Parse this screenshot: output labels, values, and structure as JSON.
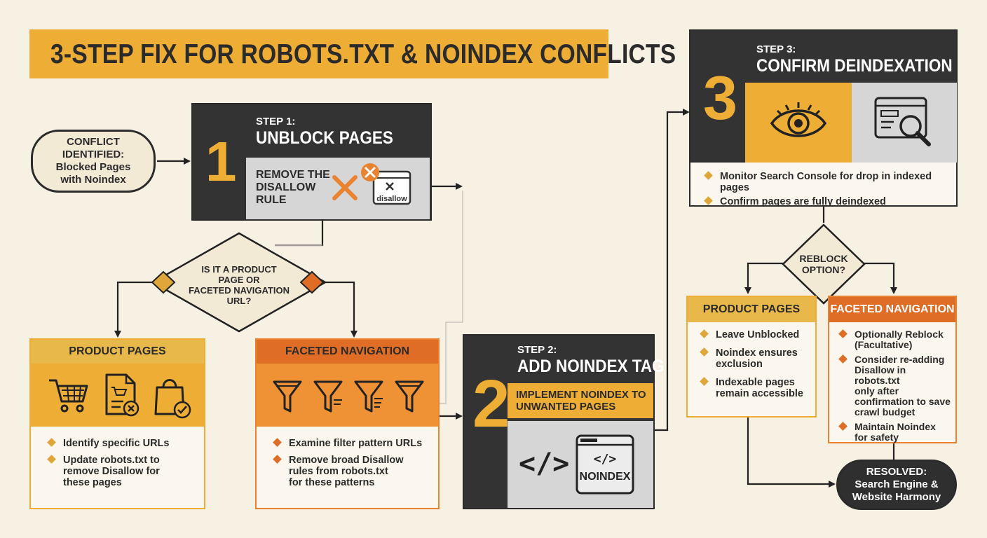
{
  "title": "3-STEP FIX FOR ROBOTS.TXT & NOINDEX CONFLICTS",
  "colors": {
    "accent_yellow": "#eeae36",
    "accent_orange": "#e98330",
    "dark": "#333333",
    "background": "#f7f1e4",
    "panel_gray": "#d6d6d6"
  },
  "start_node": {
    "text": "CONFLICT\nIDENTIFIED:\nBlocked Pages\nwith Noindex"
  },
  "step1": {
    "number": "1",
    "label": "STEP 1:",
    "title": "UNBLOCK PAGES",
    "action": "REMOVE THE\nDISALLOW\nRULE",
    "icon_caption": "disallow",
    "icons": [
      "x-mark-icon",
      "browser-disallow-icon",
      "close-badge-icon"
    ]
  },
  "decision1": {
    "text": "IS IT A PRODUCT\nPAGE OR\nFACETED NAVIGATION\nURL?"
  },
  "product_pages_left": {
    "header": "PRODUCT PAGES",
    "icons": [
      "shopping-cart-icon",
      "document-cart-icon",
      "shopping-bag-check-icon"
    ],
    "bullets": [
      "Identify specific URLs",
      "Update robots.txt to\nremove Disallow for\nthese pages"
    ]
  },
  "faceted_left": {
    "header": "FACETED NAVIGATION",
    "icons": [
      "filter-funnel-icon",
      "filter-funnel-icon",
      "filter-funnel-icon",
      "filter-funnel-icon"
    ],
    "bullets": [
      "Examine filter pattern URLs",
      "Remove broad Disallow\nrules from robots.txt\nfor these patterns"
    ]
  },
  "step2": {
    "number": "2",
    "label": "STEP 2:",
    "title": "ADD NOINDEX TAG",
    "action": "IMPLEMENT NOINDEX TO\nUNWANTED PAGES",
    "code_glyph": "</>",
    "badge_text": "NOINDEX",
    "icons": [
      "code-brackets-icon",
      "browser-noindex-icon"
    ]
  },
  "step3": {
    "number": "3",
    "label": "STEP 3:",
    "title": "CONFIRM DEINDEXATION",
    "icons": [
      "eye-icon",
      "browser-search-icon"
    ],
    "bullets": [
      "Monitor Search Console for drop in indexed pages",
      "Confirm pages are fully deindexed"
    ]
  },
  "decision2": {
    "text": "REBLOCK\nOPTION?"
  },
  "product_pages_right": {
    "header": "PRODUCT PAGES",
    "bullets": [
      "Leave Unblocked",
      "Noindex ensures\nexclusion",
      "Indexable pages\nremain accessible"
    ]
  },
  "faceted_right": {
    "header": "FACETED NAVIGATION",
    "bullets": [
      "Optionally Reblock\n(Facultative)",
      "Consider re-adding\nDisallow in robots.txt\nonly after\nconfirmation to save\ncrawl budget",
      "Maintain Noindex\nfor safety"
    ]
  },
  "end_node": {
    "text": "RESOLVED:\nSearch Engine &\nWebsite Harmony"
  }
}
